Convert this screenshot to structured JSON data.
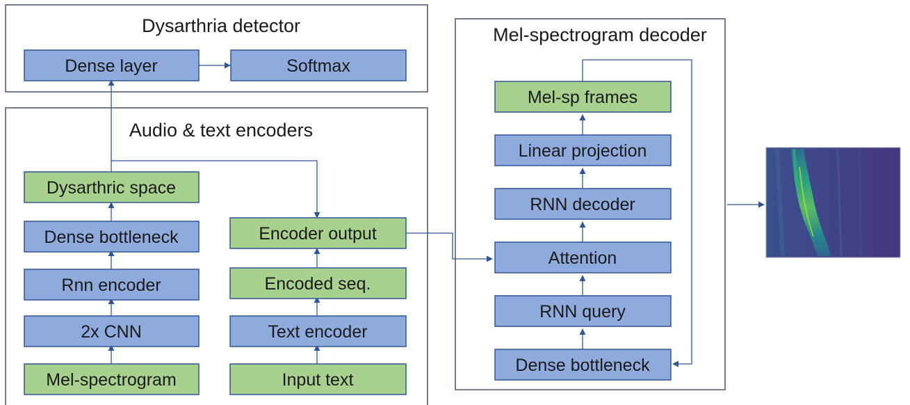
{
  "panels": {
    "detector_title": "Dysarthria detector",
    "encoders_title": "Audio & text encoders",
    "decoder_title": "Mel-spectrogram decoder"
  },
  "detector": {
    "dense_layer": "Dense layer",
    "softmax": "Softmax"
  },
  "audio_encoder": {
    "dysarthric_space": "Dysarthric space",
    "dense_bottleneck": "Dense bottleneck",
    "rnn_encoder": "Rnn encoder",
    "cnn": "2x CNN",
    "mel_spectrogram": "Mel-spectrogram"
  },
  "text_encoder": {
    "encoder_output": "Encoder output",
    "encoded_seq": "Encoded seq.",
    "text_encoder": "Text encoder",
    "input_text": "Input text"
  },
  "decoder": {
    "mel_sp_frames": "Mel-sp frames",
    "linear_projection": "Linear projection",
    "rnn_decoder": "RNN decoder",
    "attention": "Attention",
    "rnn_query": "RNN query",
    "dense_bottleneck": "Dense bottleneck"
  },
  "colors": {
    "process_box": "#8faadc",
    "data_box": "#a9d18e",
    "box_border": "#2f5597",
    "panel_border": "#44546a"
  }
}
